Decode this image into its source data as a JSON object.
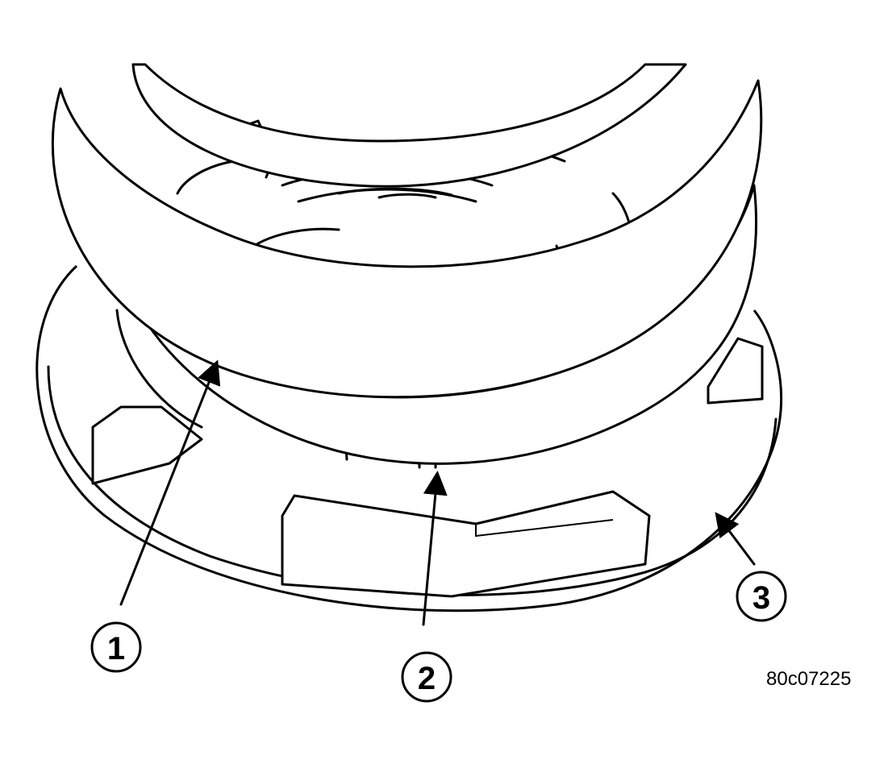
{
  "callouts": [
    {
      "label": "1"
    },
    {
      "label": "2"
    },
    {
      "label": "3"
    }
  ],
  "figure_id": "80c07225"
}
